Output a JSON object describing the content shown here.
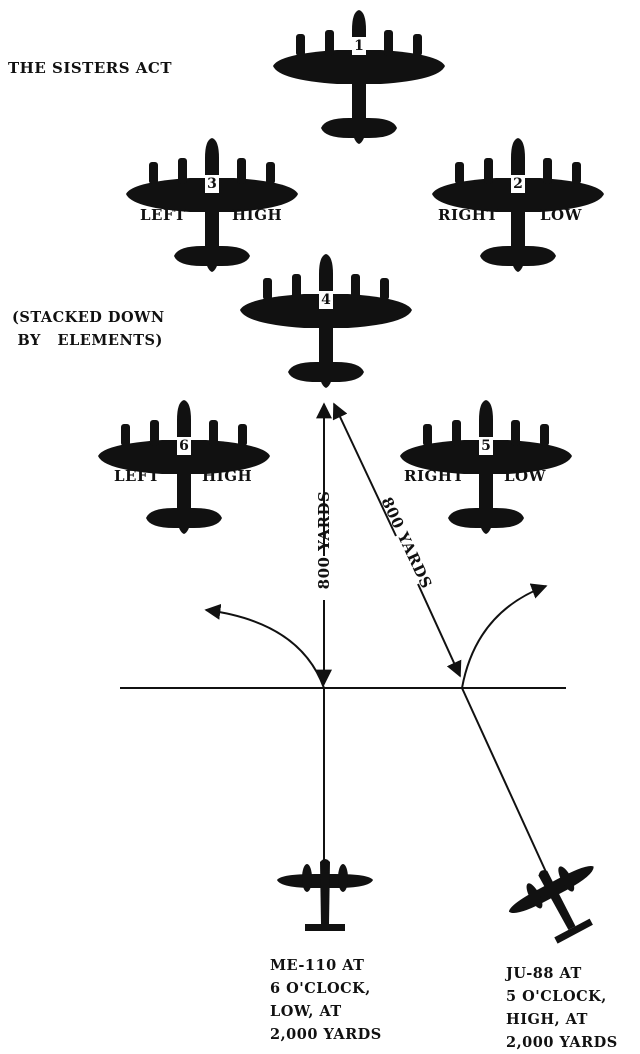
{
  "diagram": {
    "title": "THE SISTERS ACT",
    "stack_note": "(STACKED DOWN\n BY   ELEMENTS)",
    "bombers": [
      {
        "number": "1",
        "left_label": "",
        "right_label": ""
      },
      {
        "number": "2",
        "left_label": "RIGHT",
        "right_label": "LOW"
      },
      {
        "number": "3",
        "left_label": "LEFT",
        "right_label": "HIGH"
      },
      {
        "number": "4",
        "left_label": "",
        "right_label": ""
      },
      {
        "number": "5",
        "left_label": "RIGHT",
        "right_label": "LOW"
      },
      {
        "number": "6",
        "left_label": "LEFT",
        "right_label": "HIGH"
      }
    ],
    "distance_labels": [
      "800 YARDS",
      "800 YARDS"
    ],
    "attackers": [
      {
        "caption": "ME-110 AT\n6 O'CLOCK,\nLOW, AT\n2,000 YARDS"
      },
      {
        "caption": "JU-88 AT\n5 O'CLOCK,\nHIGH, AT\n2,000 YARDS"
      }
    ],
    "colors": {
      "ink": "#111111",
      "paper": "#ffffff"
    }
  }
}
